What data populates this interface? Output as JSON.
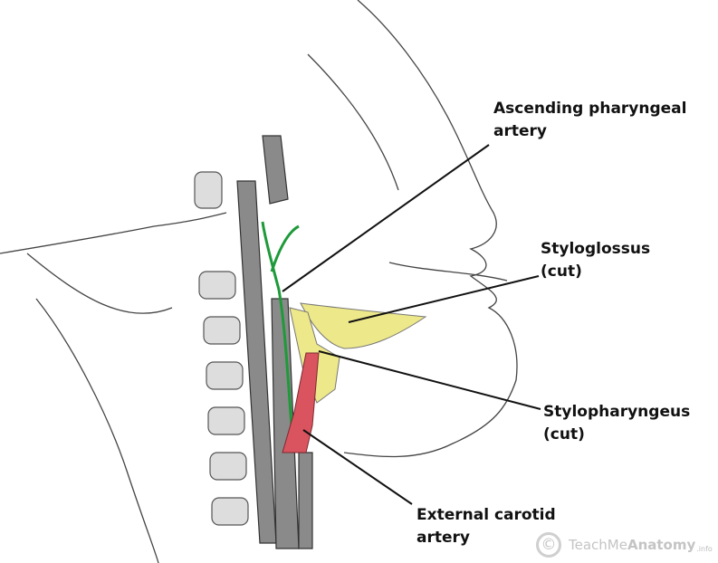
{
  "labels": {
    "ascending_pharyngeal": [
      "Ascending pharyngeal",
      "artery"
    ],
    "styloglossus": [
      "Styloglossus",
      "(cut)"
    ],
    "stylopharyngeus": [
      "Stylopharyngeus",
      "(cut)"
    ],
    "external_carotid": [
      "External carotid",
      "artery"
    ]
  },
  "watermark": {
    "brand_light": "TeachMe",
    "brand_bold": "Anatomy",
    "suffix": ".info",
    "symbol": "©"
  },
  "colors": {
    "ascending_pharyngeal": "#1e9a3a",
    "muscle": "#ede88a",
    "external_carotid": "#d9545e",
    "line": "#111111"
  }
}
